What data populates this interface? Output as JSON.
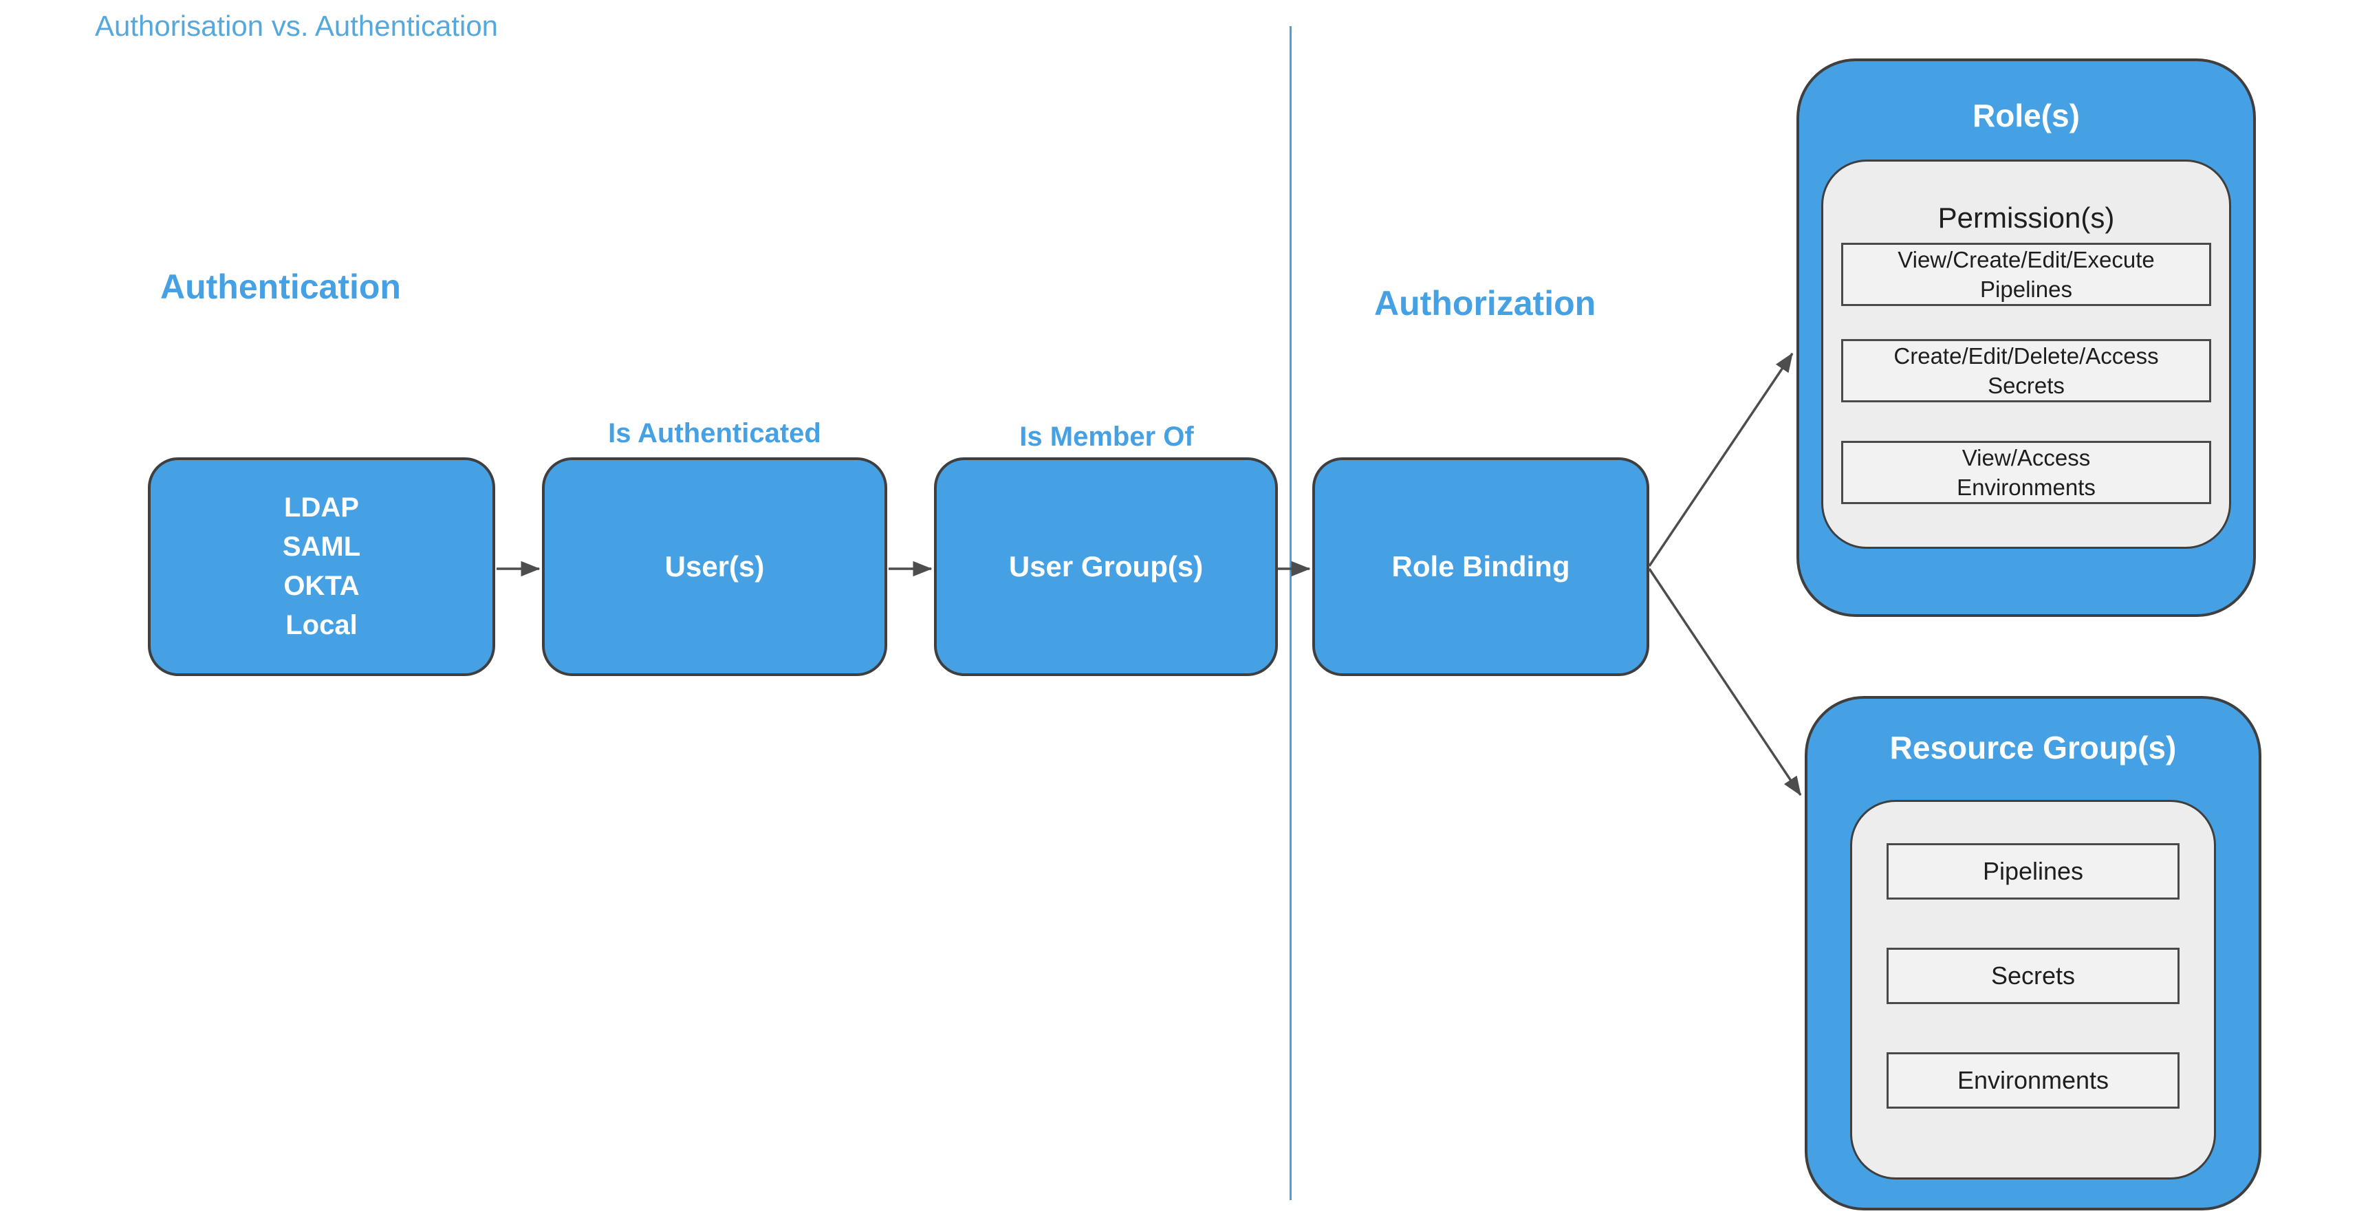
{
  "page": {
    "title": "Authorisation vs. Authentication"
  },
  "sections": {
    "authentication": {
      "label": "Authentication"
    },
    "authorization": {
      "label": "Authorization"
    }
  },
  "flow": {
    "identity_providers": {
      "lines": [
        "LDAP",
        "SAML",
        "OKTA",
        "Local"
      ]
    },
    "users": {
      "label": "User(s)"
    },
    "user_groups": {
      "label": "User Group(s)"
    },
    "role_binding": {
      "label": "Role Binding"
    },
    "edge_labels": {
      "is_authenticated": "Is Authenticated",
      "is_member_of": "Is Member Of"
    }
  },
  "roles": {
    "title": "Role(s)",
    "permissions": {
      "title": "Permission(s)",
      "items": [
        {
          "line1": "View/Create/Edit/Execute",
          "line2": "Pipelines"
        },
        {
          "line1": "Create/Edit/Delete/Access",
          "line2": "Secrets"
        },
        {
          "line1": "View/Access",
          "line2": "Environments"
        }
      ]
    }
  },
  "resource_groups": {
    "title": "Resource Group(s)",
    "items": [
      "Pipelines",
      "Secrets",
      "Environments"
    ]
  },
  "colors": {
    "accent_blue": "#46a1e4",
    "title_blue": "#55a8dc",
    "node_fill": "#46a1e4",
    "node_border": "#3f3f3f",
    "panel_gray": "#ededed",
    "item_fill": "#f2f2f2",
    "item_border": "#4a4a4a",
    "arrow_gray": "#4d4d4d",
    "text_white": "#ffffff",
    "text_black": "#1e1e1e"
  }
}
